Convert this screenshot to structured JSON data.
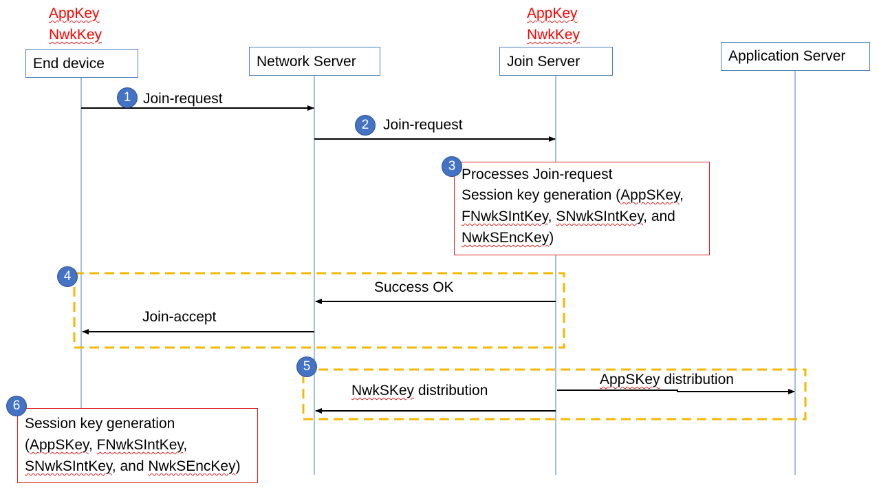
{
  "device_keys": {
    "k1": "AppKey",
    "k2": "NwkKey"
  },
  "join_server_keys": {
    "k1": "AppKey",
    "k2": "NwkKey"
  },
  "actors": {
    "end_device": "End device",
    "network_server": "Network Server",
    "join_server": "Join Server",
    "application_server": "Application Server"
  },
  "steps": [
    "1",
    "2",
    "3",
    "4",
    "5",
    "6"
  ],
  "messages": {
    "m1": "Join-request",
    "m2": "Join-request",
    "m4a": "Success OK",
    "m4b": "Join-accept",
    "m5a": "AppSKey",
    "m5a_rest": " distribution",
    "m5b": "NwkSKey",
    "m5b_rest": " distribution"
  },
  "note3": {
    "l1": "Processes Join-request",
    "l2a": "Session key generation (",
    "l2b": "AppSKey",
    "l2c": ",",
    "l3a": "FNwkSIntKey",
    "l3b": ", ",
    "l3c": "SNwkSIntKey",
    "l3d": ", and",
    "l4a": "NwkSEncKey",
    "l4b": ")"
  },
  "note6": {
    "l1": "Session key generation",
    "l2a": "(",
    "l2b": "AppSKey",
    "l2c": ", ",
    "l2d": "FNwkSIntKey",
    "l2e": ",",
    "l3a": "SNwkSIntKey",
    "l3b": ", and ",
    "l3c": "NwkSEncKey",
    "l3d": ")"
  },
  "colors": {
    "lifeline": "#4a7ebb",
    "badge": "#4472c4",
    "key_text": "#ff0000",
    "note_border": "#e02020",
    "group_border": "#f5b800"
  }
}
